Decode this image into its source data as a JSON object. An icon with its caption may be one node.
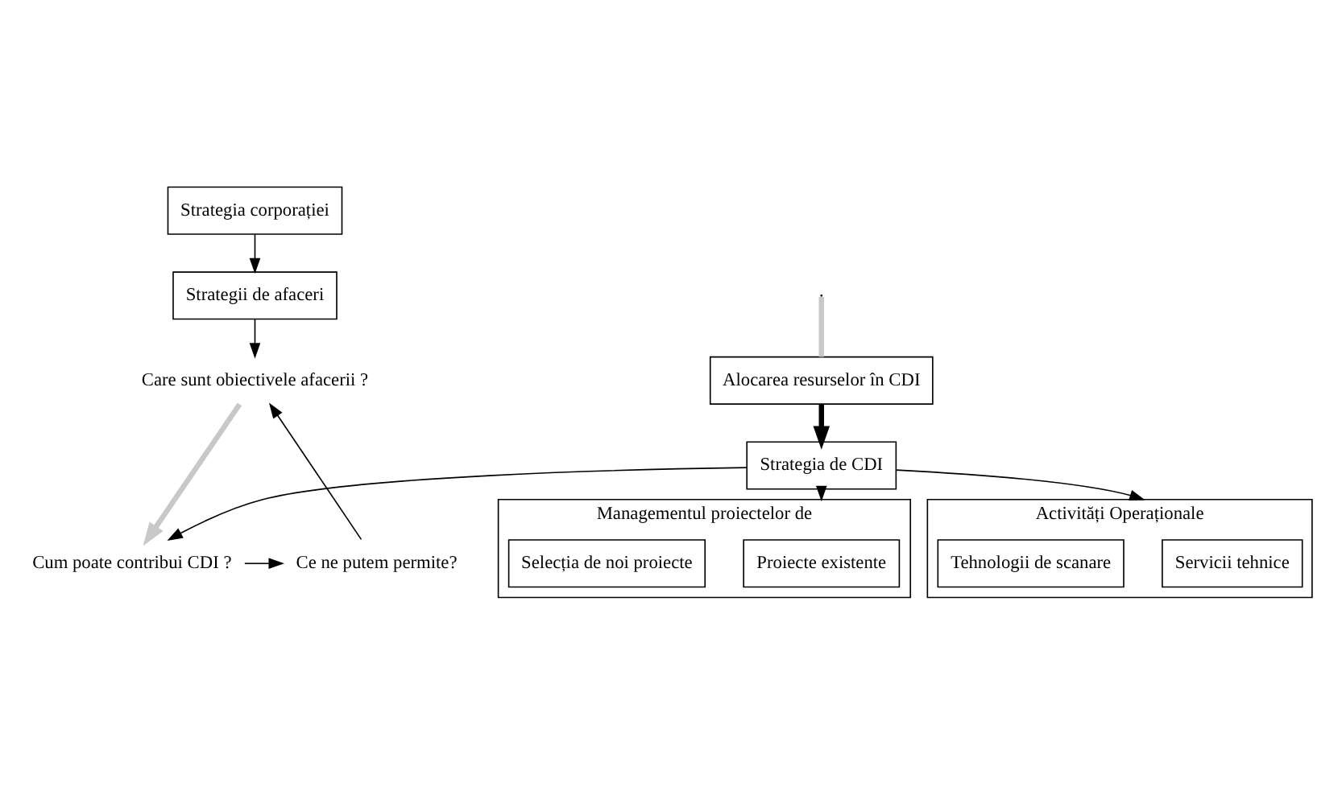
{
  "diagram": {
    "nodes": [
      {
        "text": [
          "Strategia corporației"
        ]
      },
      {
        "text": [
          "Strategii de afaceri"
        ]
      },
      {
        "text": [
          "Care sunt obiectivele afacerii ?"
        ]
      },
      {
        "text": [
          "Ce ne putem permite?"
        ]
      },
      {
        "text": [
          "Cum poate contribui CDI ?"
        ]
      },
      {
        "text": [
          "Alocarea resurselor în CDI"
        ]
      },
      {
        "text": [
          "Strategia de CDI"
        ]
      },
      {
        "text": [
          "Managementul proiectelor de"
        ]
      },
      {
        "text": [
          "Proiecte existente"
        ],
        "in": 7
      },
      {
        "text": [
          "Selecția de noi proiecte"
        ],
        "in": 7
      },
      {
        "text": [
          "Activități Operaționale"
        ]
      },
      {
        "text": [
          "Servicii tehnice"
        ],
        "in": 10
      },
      {
        "text": [
          "Tehnologii de scanare"
        ],
        "in": 10
      }
    ],
    "edges": [
      {
        "from": 0,
        "to": 1,
        "arrow": "to"
      },
      {
        "from": 1,
        "to": 2,
        "arrow": "to"
      },
      {
        "from": 3,
        "to": 2,
        "arrow": "to"
      },
      {
        "from": 4,
        "to": 3,
        "arrow": "to"
      },
      {
        "from": 6,
        "to": 4,
        "arrow": "to"
      },
      {
        "from": 2,
        "to": 4,
        "arrow": "to",
        "style": "thick",
        "color": "#c8c8c8"
      },
      {
        "from": null,
        "to": 5,
        "arrow": "none",
        "style": "thick",
        "color": "#c8c8c8"
      },
      {
        "from": 5,
        "to": 6,
        "arrow": "to",
        "style": "thick"
      },
      {
        "from": 6,
        "to": 7,
        "arrow": "to"
      },
      {
        "from": 6,
        "to": 10,
        "arrow": "to"
      }
    ]
  }
}
